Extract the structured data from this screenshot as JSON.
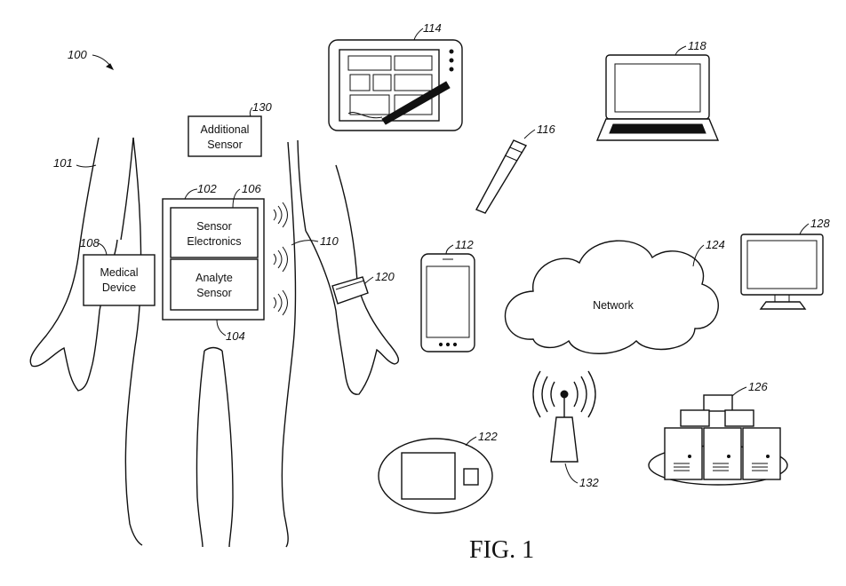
{
  "figure_label": "FIG. 1",
  "refs": {
    "system": "100",
    "body": "101",
    "sensor_system": "102",
    "analyte_sensor": "104",
    "sensor_electronics": "106",
    "medical_device": "108",
    "wireless": "110",
    "smartphone": "112",
    "tablet": "114",
    "stylus": "116",
    "laptop": "118",
    "wearable": "120",
    "receiver": "122",
    "network": "124",
    "server": "126",
    "monitor": "128",
    "additional_sensor": "130",
    "tower": "132"
  },
  "labels": {
    "additional_sensor_line1": "Additional",
    "additional_sensor_line2": "Sensor",
    "sensor_electronics_line1": "Sensor",
    "sensor_electronics_line2": "Electronics",
    "analyte_sensor_line1": "Analyte",
    "analyte_sensor_line2": "Sensor",
    "medical_device_line1": "Medical",
    "medical_device_line2": "Device",
    "network": "Network"
  }
}
